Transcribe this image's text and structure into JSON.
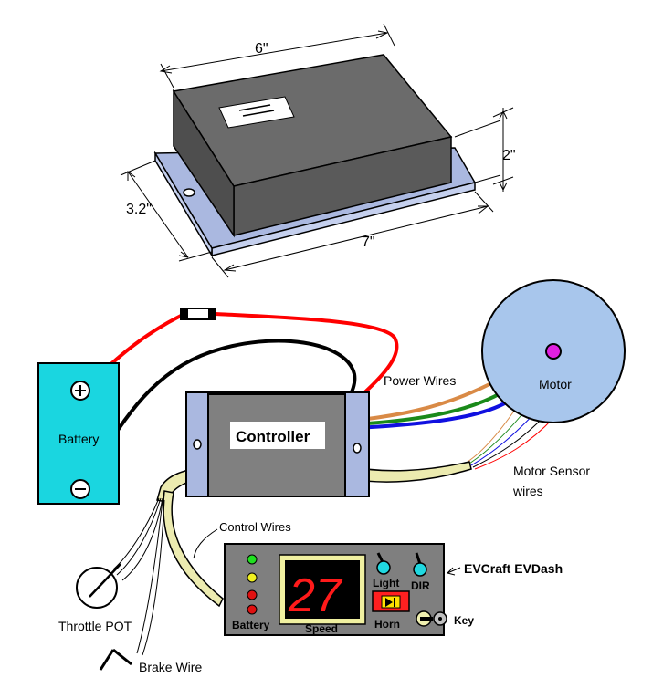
{
  "dimensions": {
    "width_label": "6\"",
    "height_label": "2\"",
    "depth_label": "3.2\"",
    "plate_length_label": "7\""
  },
  "labels": {
    "battery": "Battery",
    "controller": "Controller",
    "motor": "Motor",
    "power_wires": "Power Wires",
    "motor_sensor_line1": "Motor Sensor",
    "motor_sensor_line2": "wires",
    "control_wires": "Control Wires",
    "throttle_pot": "Throttle POT",
    "brake_wire": "Brake Wire",
    "evdash_title": "EVCraft EVDash"
  },
  "dash": {
    "speed_value": "27",
    "speed_label": "Speed",
    "battery_label": "Battery",
    "light_label": "Light",
    "dir_label": "DIR",
    "horn_label": "Horn",
    "key_label": "Key"
  },
  "colors": {
    "battery_fill": "#1ad6e0",
    "controller_body": "#808080",
    "heatsink": "#aab8e0",
    "motor_fill": "#a8c6ec",
    "motor_hub": "#e020e0",
    "dash_panel": "#7f7f7f",
    "display_red": "#ff1a1a",
    "wire_red": "#ff0000",
    "wire_orange": "#d98a46",
    "wire_green": "#1a8a1a",
    "wire_blue": "#1010e0",
    "harness": "#ecebb0"
  }
}
